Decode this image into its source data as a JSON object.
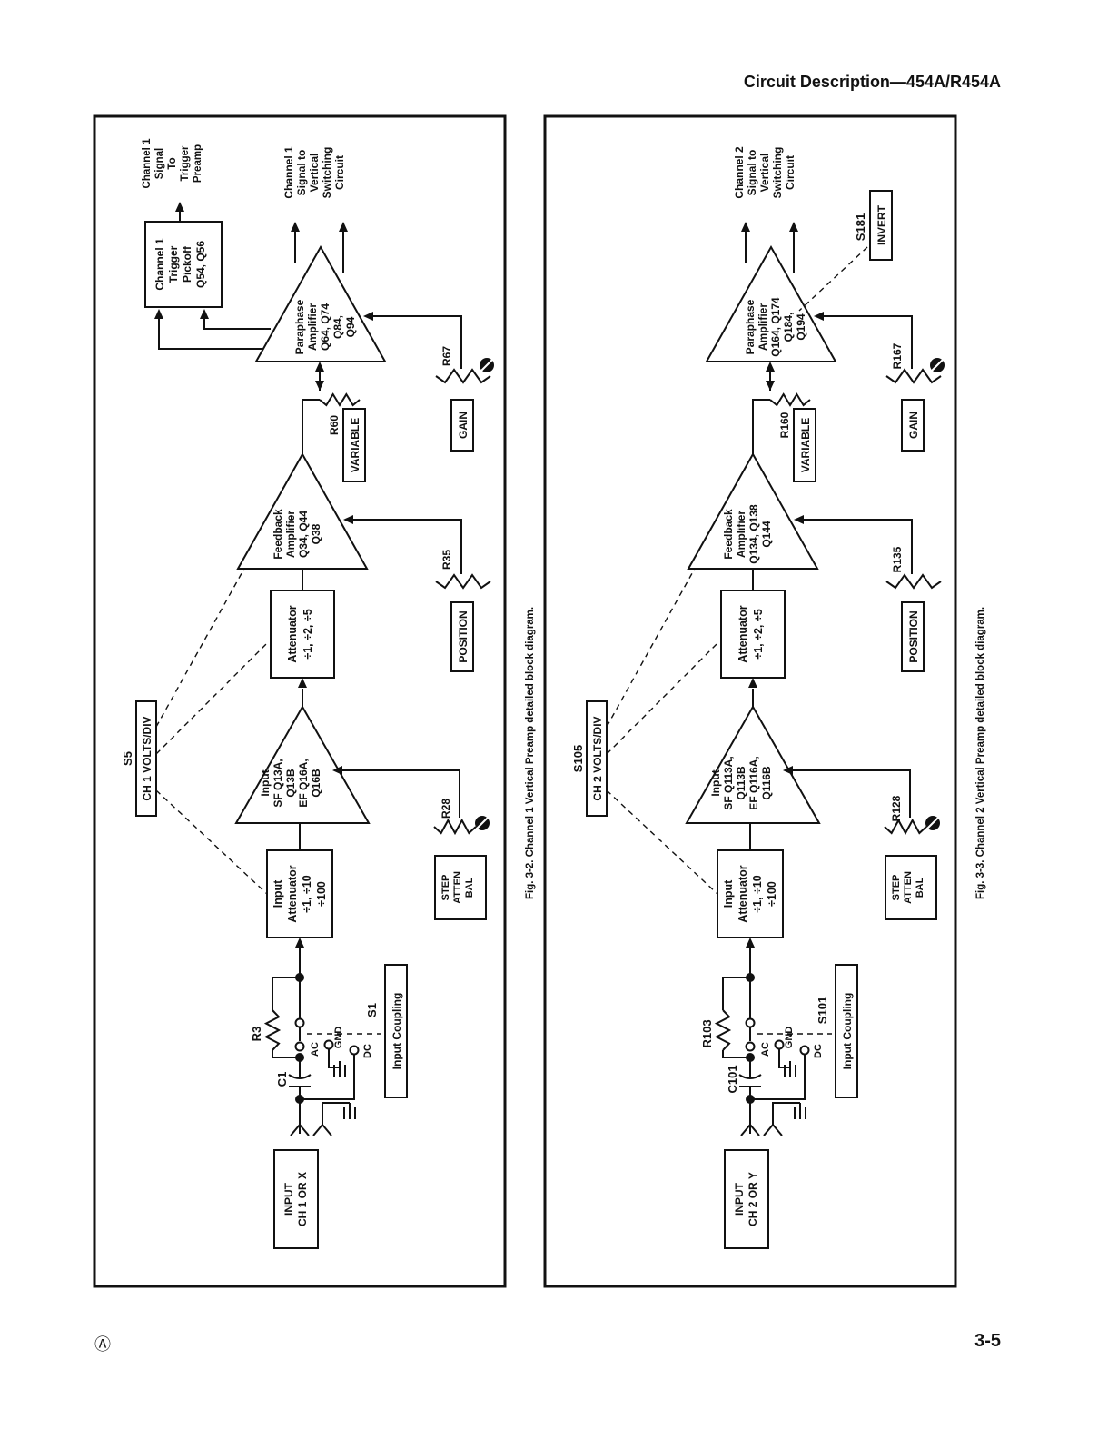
{
  "page": {
    "header": "Circuit Description—454A/R454A",
    "number": "3-5",
    "revision_mark": "Ⓐ"
  },
  "diagrams": [
    {
      "caption": "Fig. 3-2. Channel 1 Vertical Preamp detailed block diagram.",
      "input": [
        "INPUT",
        "CH 1 OR X"
      ],
      "capacitor": "C1",
      "resistor": "R3",
      "coupling_switch": "S1",
      "coupling_positions": [
        "AC",
        "GND",
        "DC"
      ],
      "coupling_control": "Input Coupling",
      "input_attenuator": [
        "Input",
        "Attenuator",
        "÷1, ÷10",
        "÷100"
      ],
      "volts_div_switch": "S5",
      "volts_div_label": "CH 1 VOLTS/DIV",
      "input_stage": [
        "Input",
        "SF Q13A,",
        "Q13B",
        "EF Q16A,",
        "Q16B"
      ],
      "step_atten_pot": "R28",
      "step_atten_control": [
        "STEP",
        "ATTEN",
        "BAL"
      ],
      "attenuator": [
        "Attenuator",
        "÷1, ÷2, ÷5"
      ],
      "feedback_amp": [
        "Feedback",
        "Amplifier",
        "Q34, Q44",
        "Q38"
      ],
      "position_pot": "R35",
      "position_control": "POSITION",
      "variable_pot": "R60",
      "variable_control": "VARIABLE",
      "paraphase_amp": [
        "Paraphase",
        "Amplifier",
        "Q64, Q74",
        "Q84,",
        "Q94"
      ],
      "gain_pot": "R67",
      "gain_control": "GAIN",
      "trigger_pickoff": [
        "Channel 1",
        "Trigger",
        "Pickoff",
        "Q54, Q56"
      ],
      "trigger_output": [
        "Channel 1",
        "Signal",
        "To",
        "Trigger",
        "Preamp"
      ],
      "vertical_output": [
        "Channel 1",
        "Signal to",
        "Vertical",
        "Switching",
        "Circuit"
      ]
    },
    {
      "caption": "Fig. 3-3. Channel 2 Vertical Preamp detailed block diagram.",
      "input": [
        "INPUT",
        "CH 2 OR Y"
      ],
      "capacitor": "C101",
      "resistor": "R103",
      "coupling_switch": "S101",
      "coupling_positions": [
        "AC",
        "GND",
        "DC"
      ],
      "coupling_control": "Input Coupling",
      "input_attenuator": [
        "Input",
        "Attenuator",
        "÷1, ÷10",
        "÷100"
      ],
      "volts_div_switch": "S105",
      "volts_div_label": "CH 2 VOLTS/DIV",
      "input_stage": [
        "Input",
        "SF Q113A,",
        "Q113B",
        "EF Q116A,",
        "Q116B"
      ],
      "step_atten_pot": "R128",
      "step_atten_control": [
        "STEP",
        "ATTEN",
        "BAL"
      ],
      "attenuator": [
        "Attenuator",
        "÷1, ÷2, ÷5"
      ],
      "feedback_amp": [
        "Feedback",
        "Amplifier",
        "Q134, Q138",
        "Q144"
      ],
      "position_pot": "R135",
      "position_control": "POSITION",
      "variable_pot": "R160",
      "variable_control": "VARIABLE",
      "paraphase_amp": [
        "Paraphase",
        "Amplifier",
        "Q164, Q174",
        "Q184,",
        "Q194"
      ],
      "gain_pot": "R167",
      "gain_control": "GAIN",
      "invert_switch": "S181",
      "invert_control": "INVERT",
      "vertical_output": [
        "Channel 2",
        "Signal to",
        "Vertical",
        "Switching",
        "Circuit"
      ]
    }
  ]
}
